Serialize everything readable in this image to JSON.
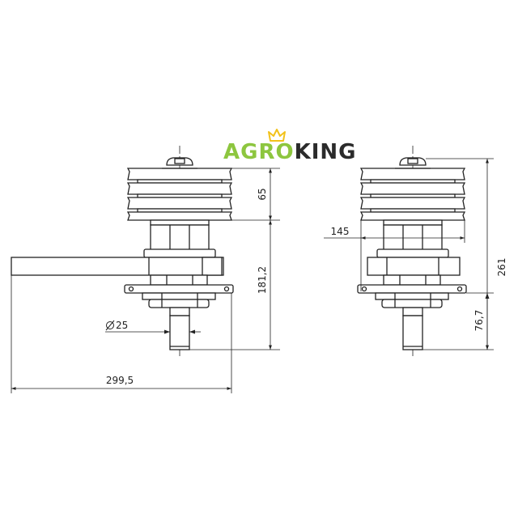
{
  "logo": {
    "part1": "AGRO",
    "part2": "KING",
    "color_green": "#8dc63f",
    "color_dark": "#2b2b2b",
    "crown_color": "#f2c21b"
  },
  "dimensions": {
    "pulley_height": "65",
    "shaft_height": "181,2",
    "shaft_diameter": "25",
    "arm_length": "299,5",
    "bearing_width": "145",
    "total_height": "261",
    "lower_height": "76,7"
  },
  "colors": {
    "line": "#222222",
    "bg": "#ffffff"
  }
}
